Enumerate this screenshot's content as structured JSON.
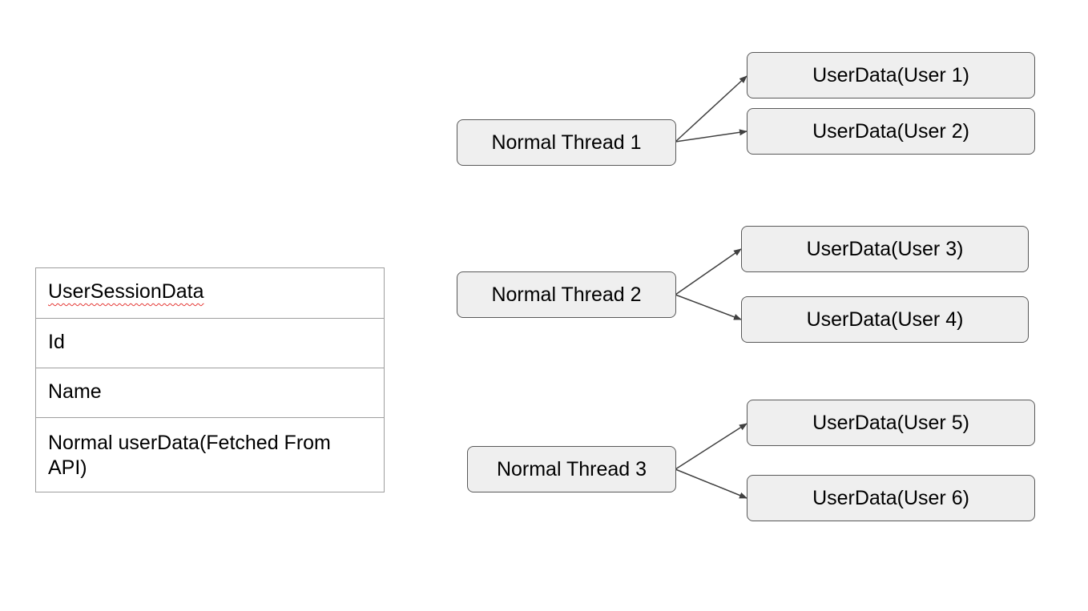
{
  "class_box": {
    "rows": [
      "UserSessionData",
      "Id",
      "Name",
      "Normal userData(Fetched From API)"
    ]
  },
  "threads": [
    {
      "label": "Normal Thread 1",
      "targets": [
        "UserData(User 1)",
        "UserData(User 2)"
      ]
    },
    {
      "label": "Normal Thread 2",
      "targets": [
        "UserData(User 3)",
        "UserData(User 4)"
      ]
    },
    {
      "label": "Normal Thread 3",
      "targets": [
        "UserData(User 5)",
        "UserData(User 6)"
      ]
    }
  ],
  "colors": {
    "node_fill": "#efefef",
    "node_border": "#595959",
    "arrow": "#404040",
    "table_border": "#9e9e9e",
    "spellcheck_underline": "#e53935"
  }
}
